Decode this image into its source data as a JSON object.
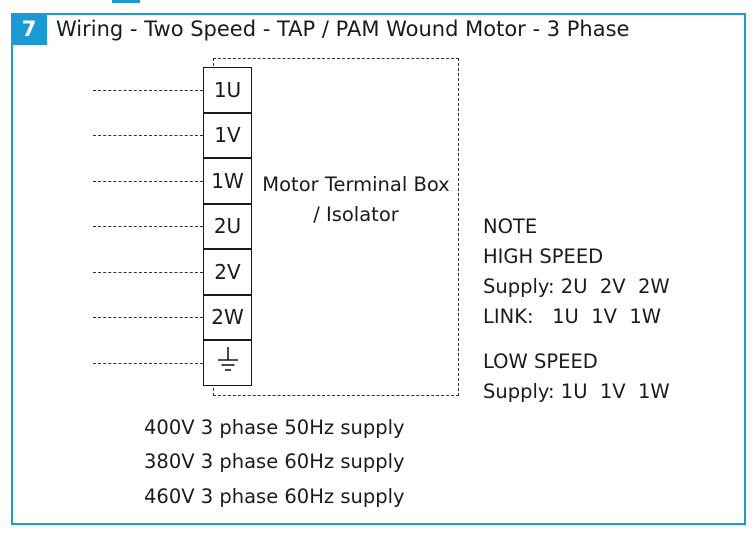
{
  "section": {
    "number": "7",
    "title": "Wiring - Two Speed - TAP / PAM Wound Motor - 3 Phase"
  },
  "colors": {
    "accent": "#1b9ad6",
    "line": "#1a1a1a"
  },
  "terminals": [
    {
      "label": "1U"
    },
    {
      "label": "1V"
    },
    {
      "label": "1W"
    },
    {
      "label": "2U"
    },
    {
      "label": "2V"
    },
    {
      "label": "2W"
    },
    {
      "label": "",
      "icon": "earth-ground-icon"
    }
  ],
  "terminal_box": {
    "line1": "Motor Terminal Box",
    "line2": "/ Isolator"
  },
  "note": {
    "heading": "NOTE",
    "high_speed": "HIGH SPEED",
    "high_supply": "Supply: 2U  2V  2W",
    "high_link": "LINK:   1U  1V  1W",
    "low_speed": "LOW SPEED",
    "low_supply": "Supply: 1U  1V  1W"
  },
  "supplies": [
    "400V 3 phase 50Hz supply",
    "380V 3 phase 60Hz supply",
    "460V 3 phase 60Hz supply"
  ]
}
